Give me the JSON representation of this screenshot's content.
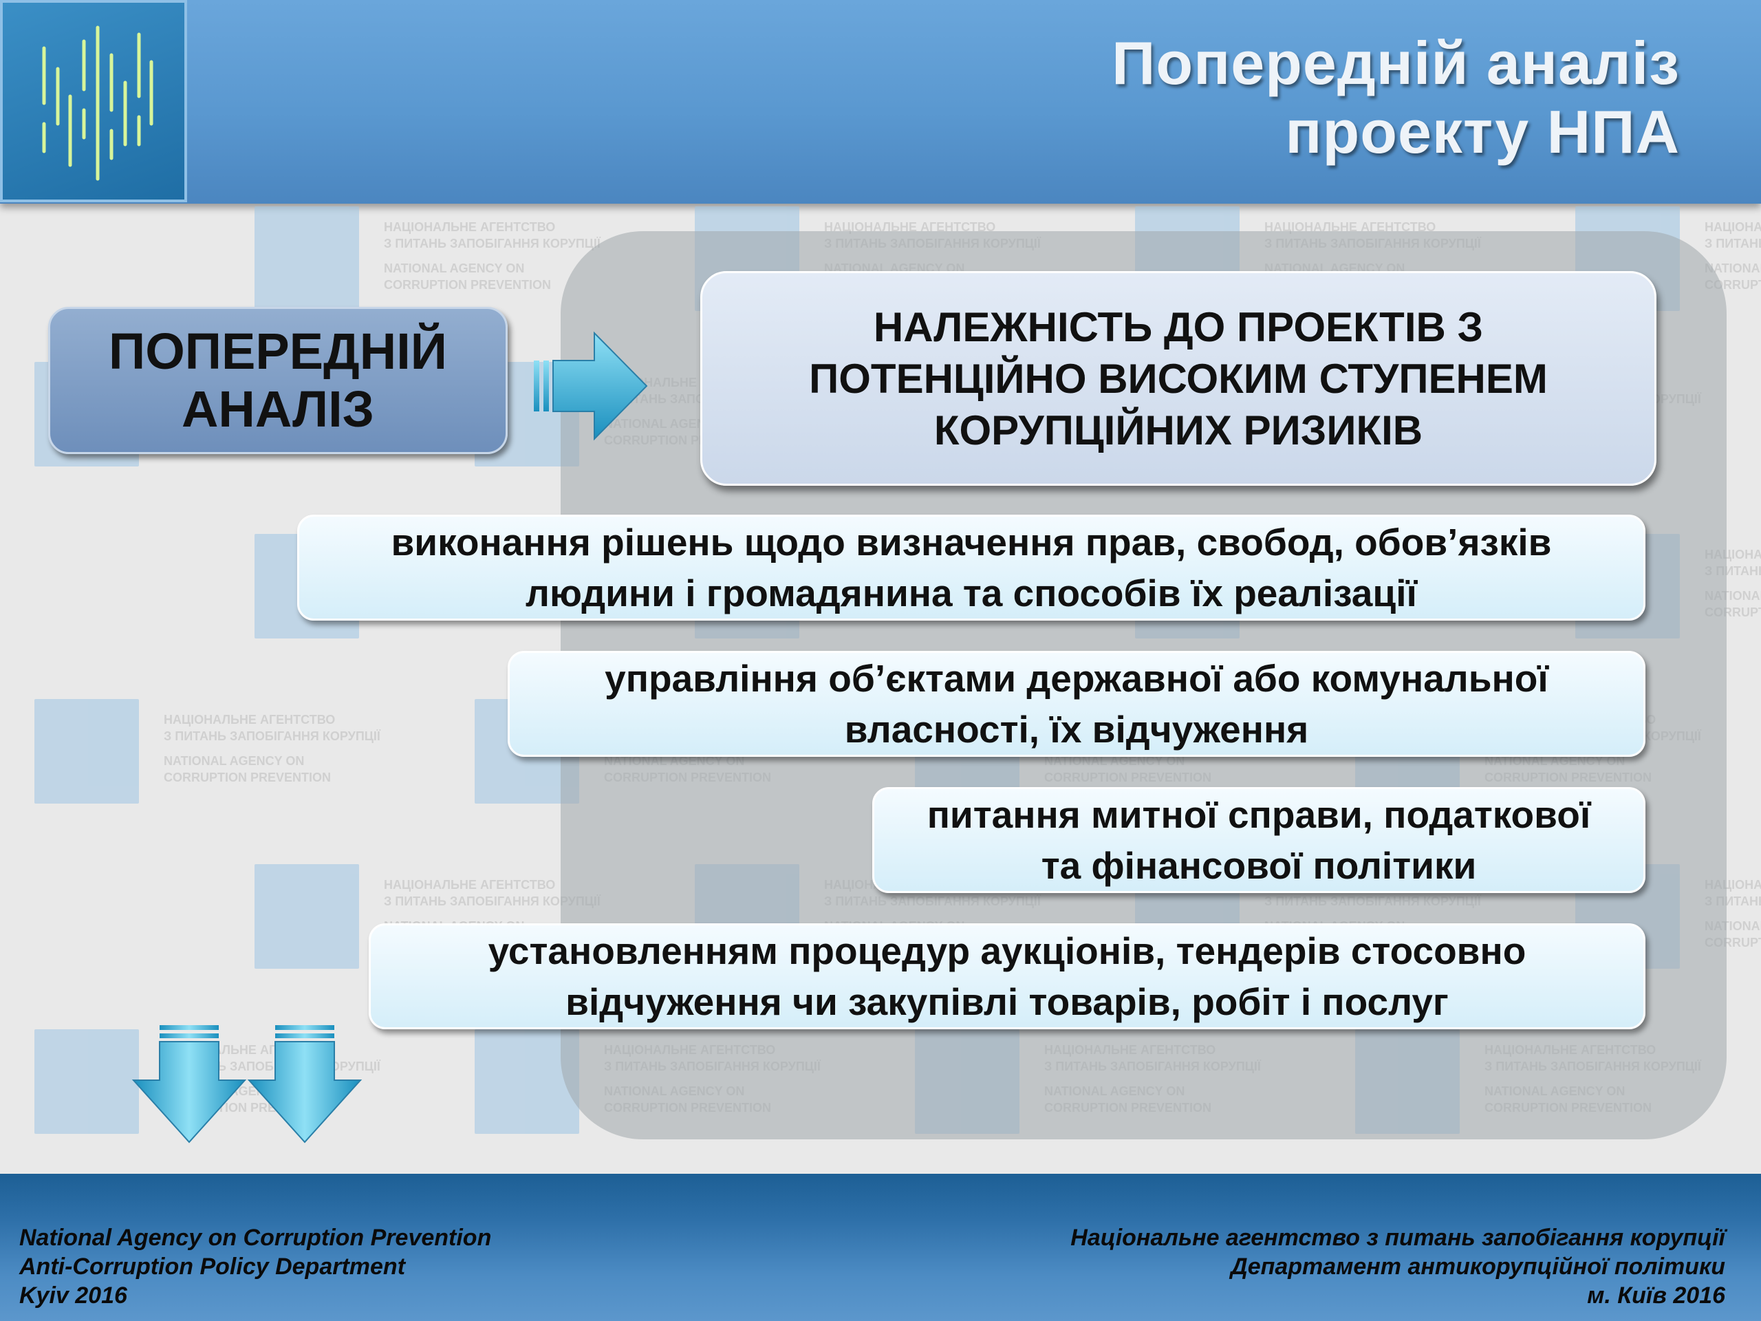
{
  "header": {
    "title_line1": "Попередній аналіз",
    "title_line2": "проекту НПА",
    "logo_icon": "nacp-logo-icon"
  },
  "watermark": {
    "line1": "НАЦІОНАЛЬНЕ АГЕНТСТВО",
    "line2": "З ПИТАНЬ ЗАПОБІГАННЯ КОРУПЦІЇ",
    "line3": "NATIONAL AGENCY ON",
    "line4": "CORRUPTION PREVENTION"
  },
  "prelim": {
    "line1": "ПОПЕРЕДНІЙ",
    "line2": "АНАЛІЗ"
  },
  "criteria_box": {
    "line1": "НАЛЕЖНІСТЬ ДО ПРОЕКТІВ З",
    "line2": "ПОТЕНЦІЙНО ВИСОКИМ СТУПЕНЕМ",
    "line3": "КОРУПЦІЙНИХ РИЗИКІВ"
  },
  "items": [
    {
      "line1": "виконання рішень щодо визначення прав, свобод, обов’язків",
      "line2": "людини і громадянина та способів їх реалізації"
    },
    {
      "line1": "управління об’єктами державної або комунальної",
      "line2": "власності, їх відчуження"
    },
    {
      "line1": "питання митної справи, податкової",
      "line2": "та фінансової політики"
    },
    {
      "line1": "установленням процедур аукціонів, тендерів стосовно",
      "line2": "відчуження чи закупівлі товарів, робіт і послуг"
    }
  ],
  "footer": {
    "left_line1": "National Agency on Corruption Prevention",
    "left_line2": "Anti-Corruption Policy Department",
    "left_line3": "Kyiv 2016",
    "right_line1": "Національне агентство з питань запобігання корупції",
    "right_line2": "Департамент антикорупційної політики",
    "right_line3": "м. Київ 2016"
  },
  "colors": {
    "header_blue": "#5a98d0",
    "arrow_cyan": "#2aa6cf",
    "item_bg": "#e6f5fc",
    "footer_blue": "#2d6fa8"
  }
}
